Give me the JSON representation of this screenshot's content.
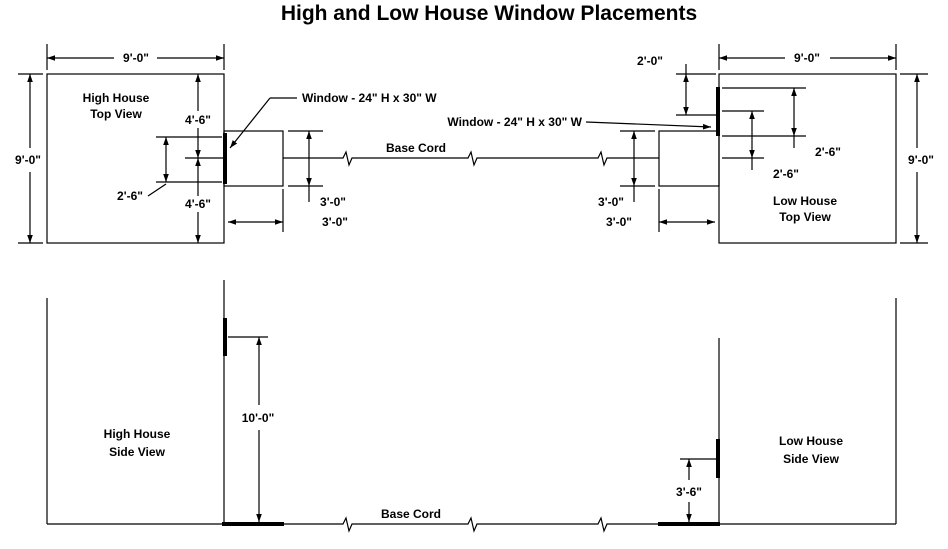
{
  "title": "High and Low House Window Placements",
  "high_top": {
    "label1": "High House",
    "label2": "Top View",
    "width": "9'-0\"",
    "height": "9'-0\"",
    "upper": "4'-6\"",
    "lower": "4'-6\"",
    "window": "2'-6\"",
    "box_depth": "3'-0\"",
    "box_width": "3'-0\"",
    "callout": "Window - 24\" H x 30\" W"
  },
  "low_top": {
    "label1": "Low House",
    "label2": "Top View",
    "width": "9'-0\"",
    "height": "9'-0\"",
    "offset": "2'-0\"",
    "window1": "2'-6\"",
    "window2": "2'-6\"",
    "box_depth": "3'-0\"",
    "box_width": "3'-0\"",
    "callout": "Window - 24\" H x 30\" W"
  },
  "base_cord_top": "Base Cord",
  "high_side": {
    "label1": "High House",
    "label2": "Side View",
    "height": "10'-0\""
  },
  "low_side": {
    "label1": "Low House",
    "label2": "Side View",
    "height": "3'-6\""
  },
  "base_cord_side": "Base Cord"
}
